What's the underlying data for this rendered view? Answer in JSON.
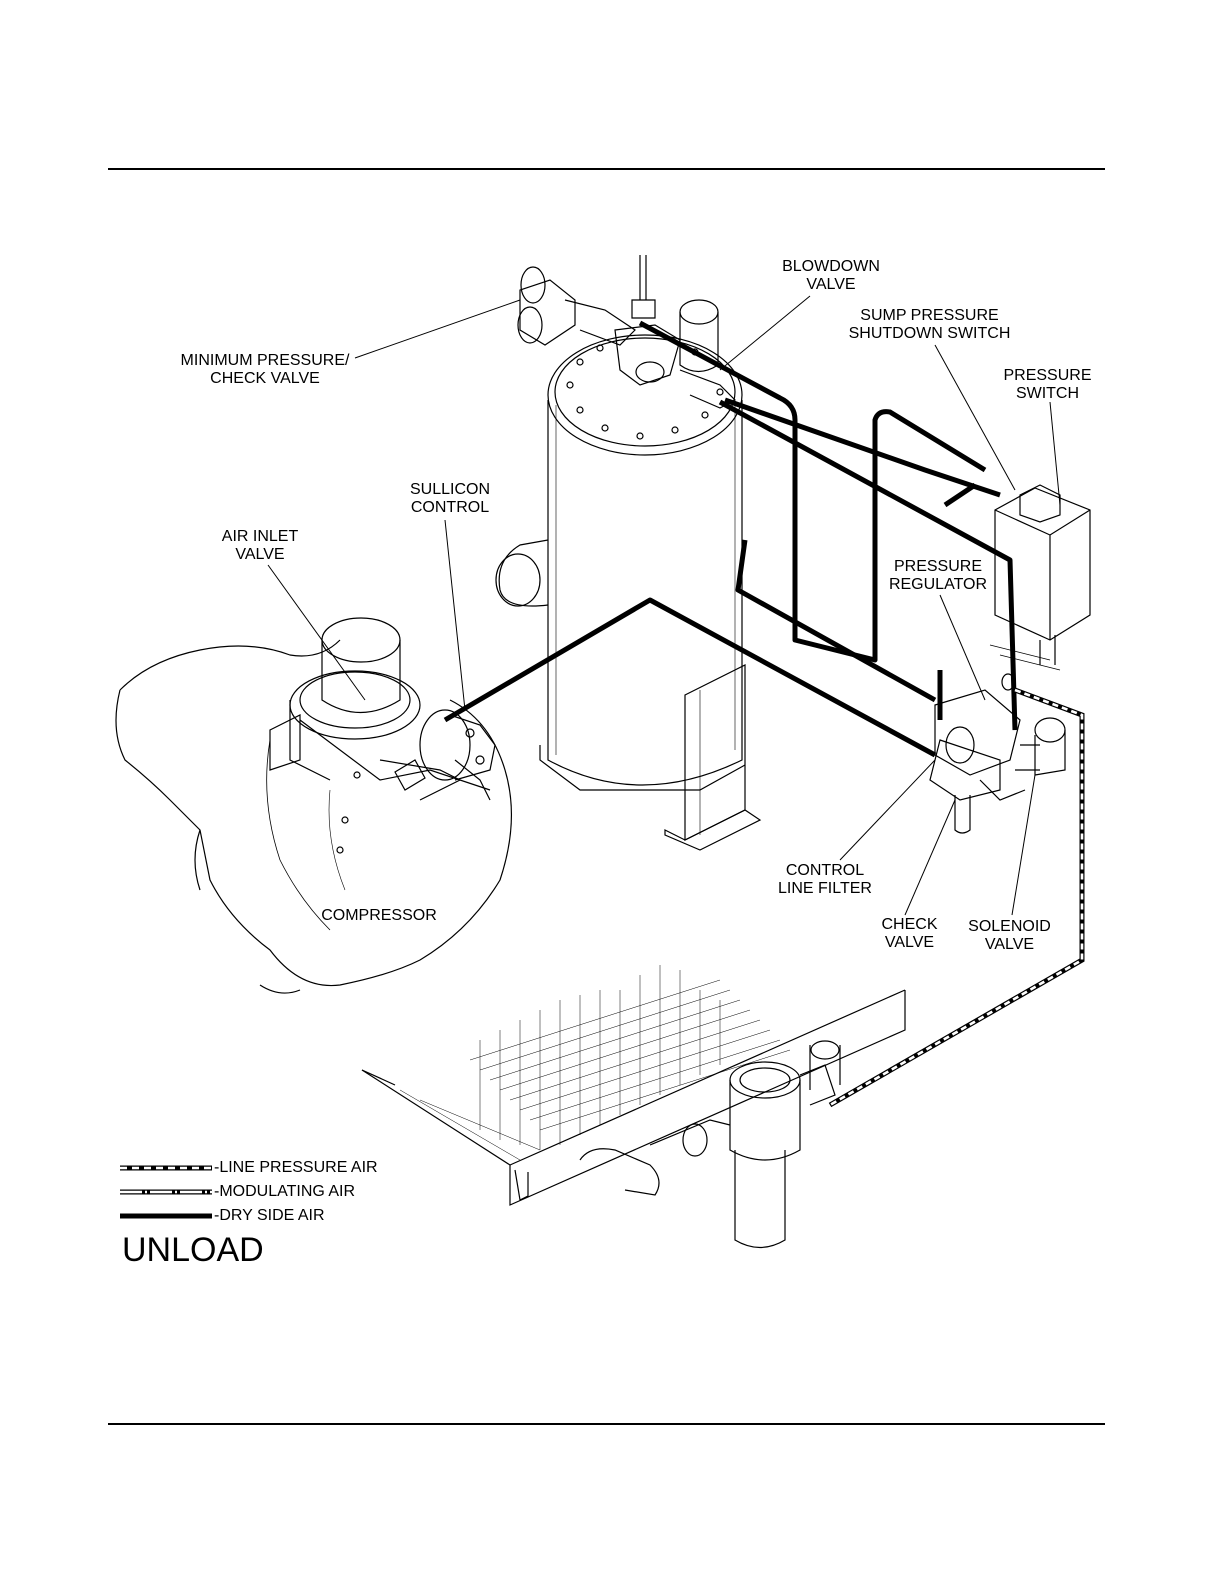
{
  "labels": {
    "blowdown_valve": [
      "BLOWDOWN",
      "VALVE"
    ],
    "sump_pressure_shutdown_switch": [
      "SUMP PRESSURE",
      "SHUTDOWN SWITCH"
    ],
    "pressure_switch": [
      "PRESSURE",
      "SWITCH"
    ],
    "minimum_pressure_check_valve": [
      "MINIMUM PRESSURE/",
      "CHECK VALVE"
    ],
    "sullicon_control": [
      "SULLICON",
      "CONTROL"
    ],
    "air_inlet_valve": [
      "AIR INLET",
      "VALVE"
    ],
    "pressure_regulator": [
      "PRESSURE",
      "REGULATOR"
    ],
    "control_line_filter": [
      "CONTROL",
      "LINE FILTER"
    ],
    "compressor": [
      "COMPRESSOR"
    ],
    "check_valve": [
      "CHECK",
      "VALVE"
    ],
    "solenoid_valve": [
      "SOLENOID",
      "VALVE"
    ]
  },
  "legend": [
    {
      "style": "line-pressure",
      "label": "-LINE PRESSURE AIR"
    },
    {
      "style": "modulating",
      "label": "-MODULATING AIR"
    },
    {
      "style": "dry-side",
      "label": "-DRY SIDE AIR"
    }
  ],
  "mode_title": "UNLOAD"
}
